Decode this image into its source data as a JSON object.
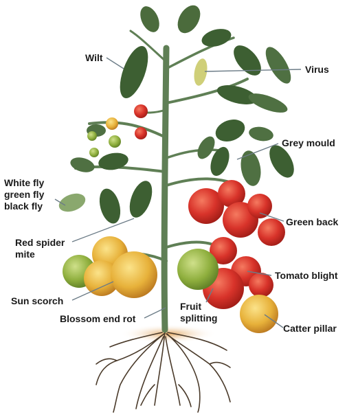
{
  "labels": {
    "wilt": "Wilt",
    "virus": "Virus",
    "grey_mould": "Grey mould",
    "whitefly": "White fly\ngreen fly\nblack fly",
    "green_back": "Green back",
    "red_spider": "Red spider\nmite",
    "tomato_blight": "Tomato blight",
    "sun_scorch": "Sun scorch",
    "fruit_splitting": "Fruit\nsplitting",
    "blossom_end_rot": "Blossom end rot",
    "catter_pillar": "Catter pillar"
  },
  "colors": {
    "stem": "#5f7f55",
    "leaf_dark": "#3d5f32",
    "leaf_light": "#8aa86e",
    "ripe_tomato": "#d8332a",
    "green_tomato": "#8faf3e",
    "yellow_tomato": "#e7b13a",
    "root": "#4a3a2a",
    "soil": "#d9a15a"
  }
}
